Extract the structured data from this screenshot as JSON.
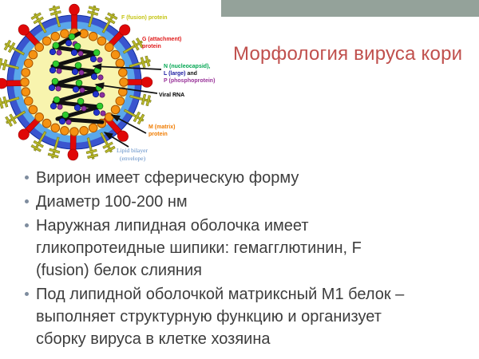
{
  "slide": {
    "title": "Морфология вируса кори",
    "title_color": "#c0504d",
    "top_bar_color": "#94a29a"
  },
  "diagram": {
    "labels": {
      "f": "F (fusion) protein",
      "g_line1": "G (attachment)",
      "g_line2": "protein",
      "n": "N (nucleocapsid),",
      "l": "L (large)",
      "and": " and",
      "p": "P (phosphoprotein)",
      "rna": "Viral RNA",
      "m_line1": "M (matrix)",
      "m_line2": "protein",
      "lipid_line1": "Lipid bilayer",
      "lipid_line2": "(envelope)"
    },
    "colors": {
      "envelope_outer": "#3a55cf",
      "envelope_inner": "#5aa7ea",
      "core": "#f8f4ae",
      "matrix_bead": "#f59212",
      "matrix_bead_outline": "#a85400",
      "g_spike": "#e00808",
      "g_spike_outline": "#8b0000",
      "f_spike": "#b8b82a",
      "f_spike_outline": "#6e6e10",
      "n_bead": "#2ecc2e",
      "l_bead": "#2233cc",
      "p_bead": "#8b2fa0",
      "rna_line": "#111111",
      "f_label": "#c5c513",
      "g_label": "#e01a1a",
      "n_label": "#00a651",
      "l_label": "#1a1aa0",
      "and_label": "#111111",
      "p_label": "#993399",
      "rna_label": "#000000",
      "m_label": "#f07c00",
      "lipid_label": "#5b8ac5"
    }
  },
  "main": {
    "bullets": [
      {
        "lines": [
          "Вирион имеет сферическую форму"
        ]
      },
      {
        "lines": [
          "Диаметр 100-200 нм"
        ]
      },
      {
        "lines": [
          "Наружная липидная оболочка имеет",
          "гликопротеидные шипики: гемагглютинин, F",
          "(fusion) белок слияния"
        ]
      },
      {
        "lines": [
          "Под липидной оболочкой матриксный М1 белок –",
          "выполняет структурную функцию и организует",
          "сборку вируса в клетке хозяина"
        ]
      }
    ]
  }
}
